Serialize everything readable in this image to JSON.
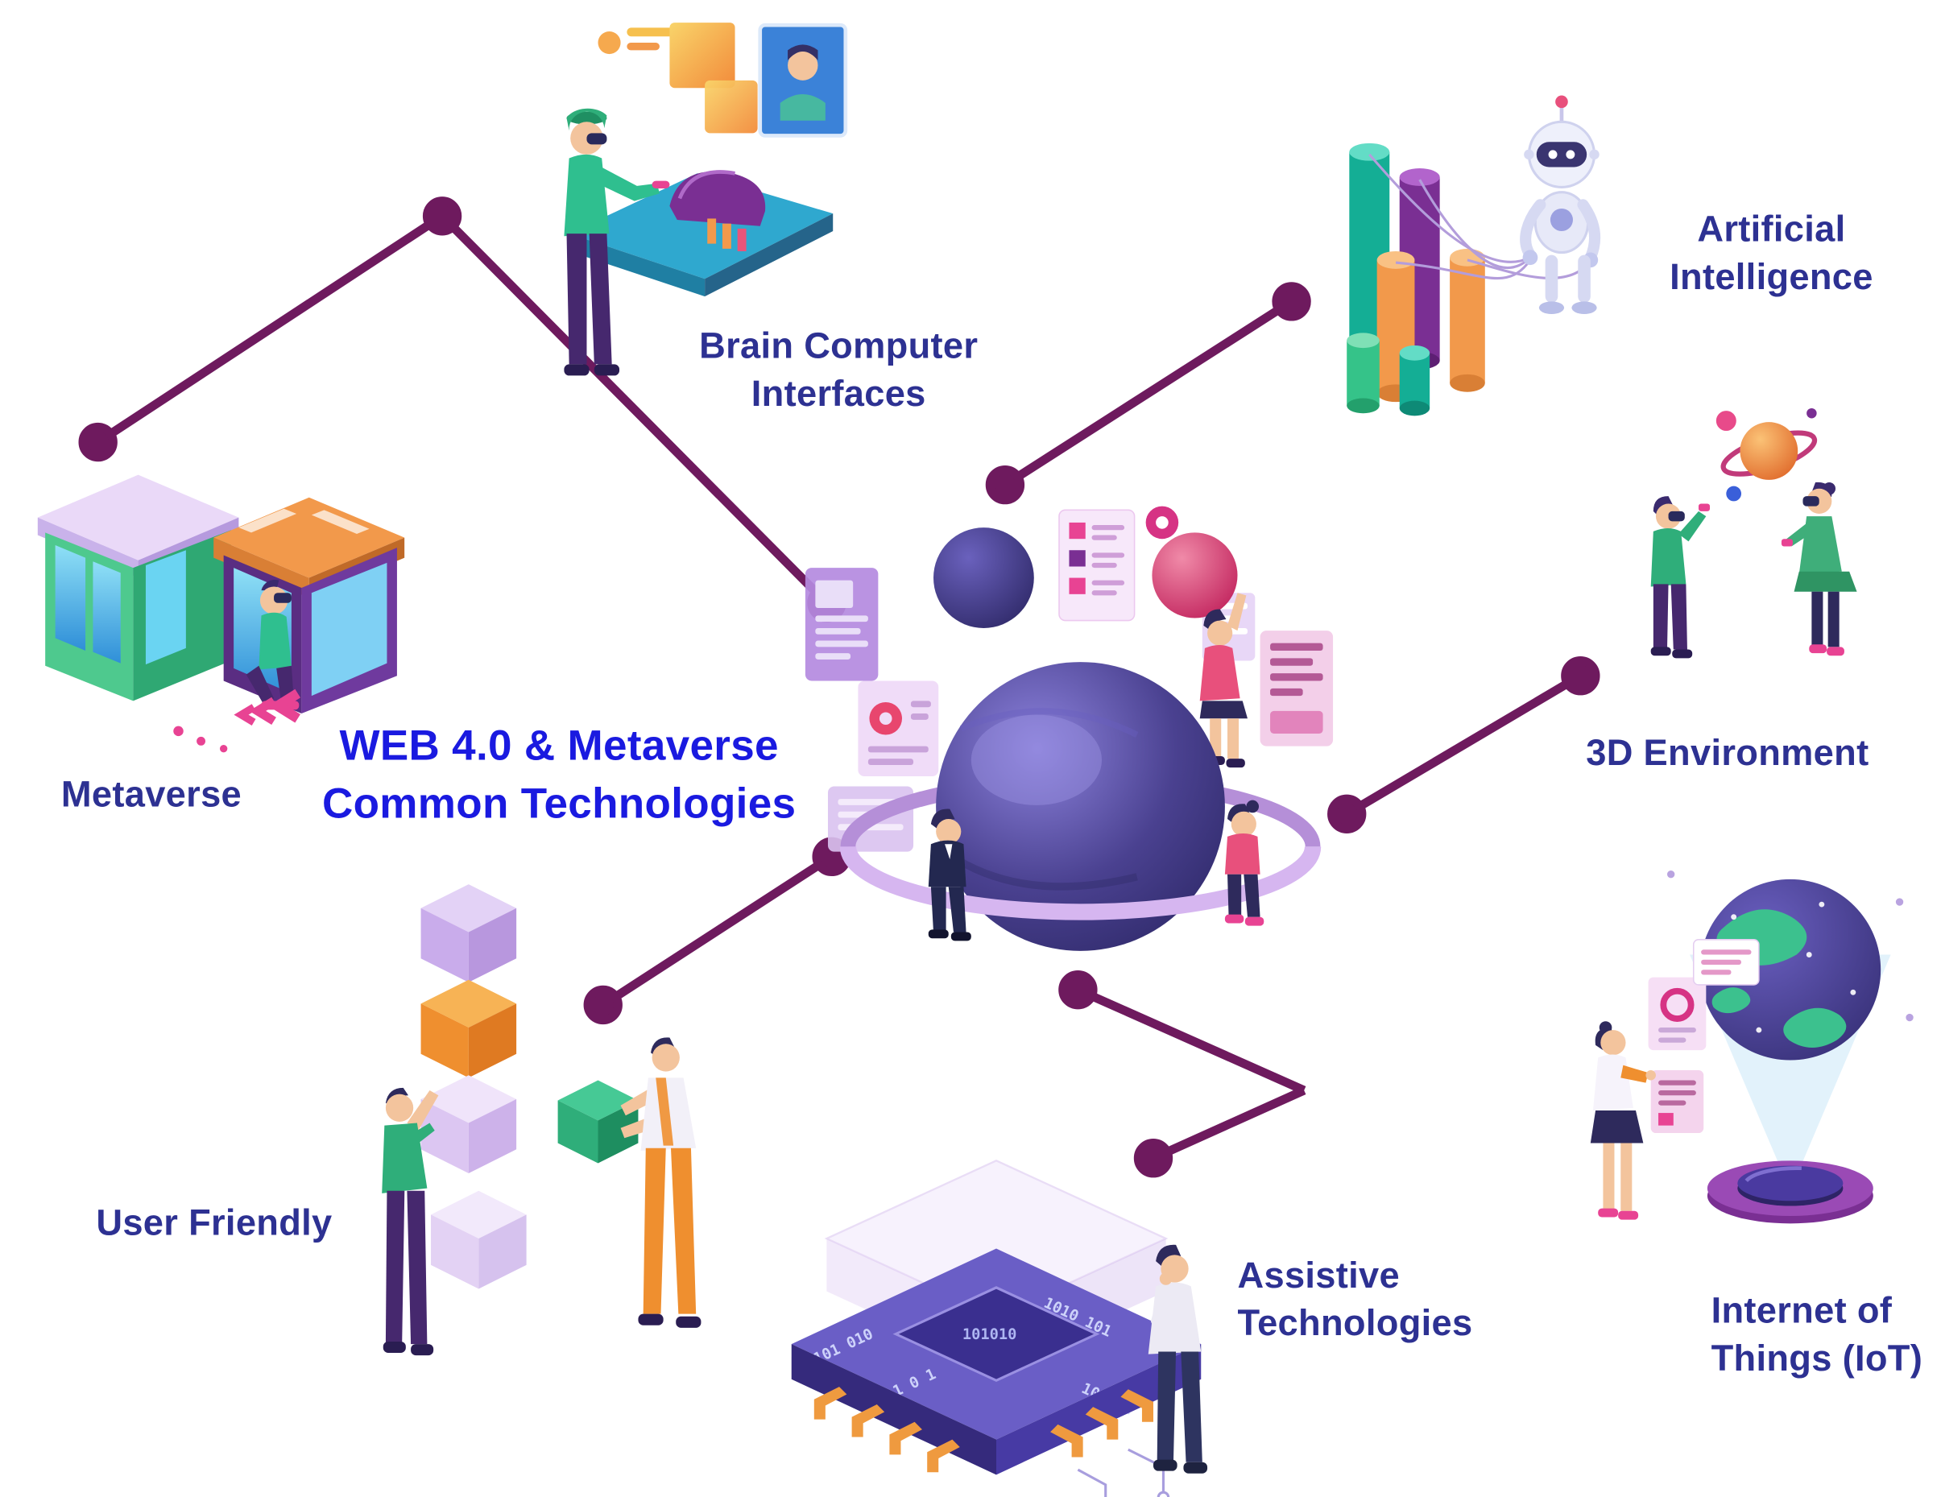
{
  "title": "WEB 4.0 & Metaverse\nCommon Technologies",
  "labels": {
    "metaverse": "Metaverse",
    "brain_computer_interfaces": "Brain Computer\nInterfaces",
    "artificial_intelligence": "Artificial\nIntelligence",
    "three_d_environment": "3D Environment",
    "user_friendly": "User Friendly",
    "assistive_technologies": "Assistive\nTechnologies",
    "internet_of_things": "Internet of\nThings (IoT)"
  },
  "icons": {
    "metaverse": "metaverse-storefronts-illustration",
    "brain_computer_interfaces": "person-with-vr-headset-at-machine-illustration",
    "artificial_intelligence": "robot-with-bar-chart-illustration",
    "center": "people-around-ringed-planet-illustration",
    "three_d_environment": "two-people-with-vr-and-planet-illustration",
    "user_friendly": "people-stacking-cubes-illustration",
    "assistive_technologies": "circuit-board-with-binary-illustration",
    "internet_of_things": "holographic-globe-projector-illustration"
  },
  "colors": {
    "background": "#ffffff",
    "connector": "#6e1a5e",
    "label_text": "#2d3192",
    "title_text": "#1a1ae0"
  }
}
